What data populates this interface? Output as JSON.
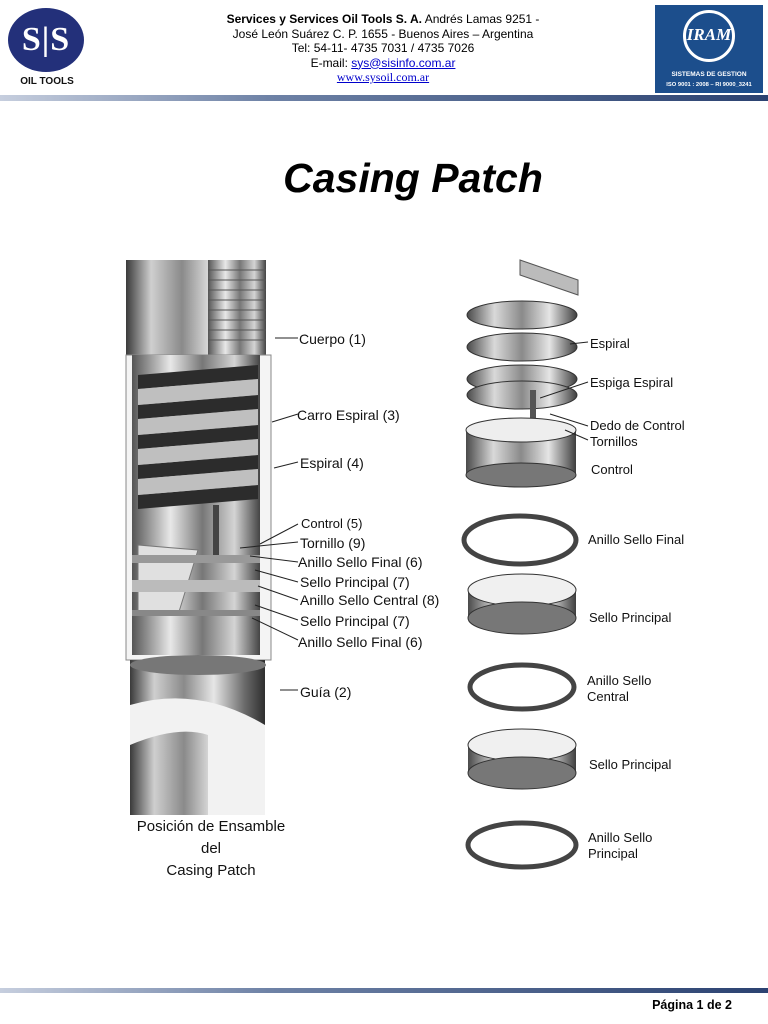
{
  "header": {
    "logo_left": {
      "letters": "S|S",
      "subtitle": "OIL TOOLS",
      "icon": "sis-oil-tools-logo"
    },
    "company_name": "Services y Services Oil Tools S. A.",
    "address_line1": " Andrés Lamas 9251 -",
    "address_line2": "José León Suárez C. P. 1655 - Buenos Aires – Argentina",
    "phone": "Tel: 54-11- 4735 7031 / 4735 7026",
    "email_label": "E-mail: ",
    "email": "sys@sisinfo.com.ar",
    "website": "www.sysoil.com.ar",
    "logo_right": {
      "text": "IRAM",
      "line1": "SISTEMAS DE GESTION",
      "line2": "ISO 9001 : 2008 – RI 9000_3241",
      "icon": "iram-logo"
    }
  },
  "title": "Casing Patch",
  "assembly_labels": [
    "Cuerpo (1)",
    "Carro Espiral (3)",
    "Espiral (4)",
    "Control (5)",
    "Tornillo (9)",
    "Anillo Sello Final (6)",
    "Sello Principal (7)",
    "Anillo Sello Central (8)",
    "Sello Principal (7)",
    "Anillo Sello Final (6)",
    "Guía (2)"
  ],
  "assembly_caption": [
    "Posición de Ensamble",
    "del",
    "Casing Patch"
  ],
  "exploded_labels": [
    "Espiral",
    "Espiga Espiral",
    "Dedo de Control",
    "Tornillos",
    "Control",
    "Anillo Sello Final",
    "Sello Principal",
    "Anillo Sello",
    "Central",
    "Sello Principal",
    "Anillo Sello",
    "Principal"
  ],
  "footer": {
    "page": "Página 1 de 2"
  },
  "colors": {
    "rule": "#2b4271",
    "sis_blue": "#23307a",
    "iram_blue": "#1c4e8c"
  }
}
